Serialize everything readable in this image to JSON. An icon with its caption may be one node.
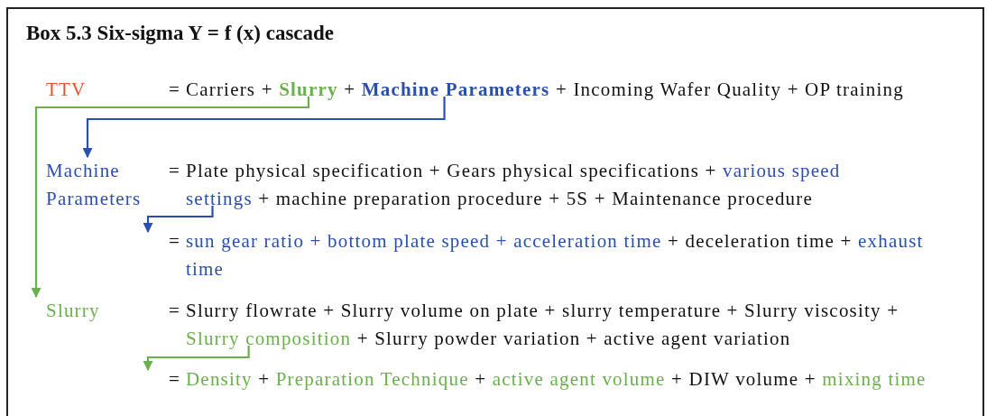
{
  "diagram": {
    "title": "Box 5.3 Six-sigma Y = f (x) cascade",
    "nodes": [
      {
        "text": [
          "TTV"
        ]
      },
      {
        "text": [
          "=",
          "Carriers +",
          "Slurry",
          "+",
          "Machine Parameters",
          "+ Incoming Wafer Quality + OP training"
        ]
      },
      {
        "text": [
          "Machine Parameters"
        ]
      },
      {
        "text": [
          "=",
          "Plate physical specification + Gears physical specifications +",
          "various speed settings",
          "+ machine preparation procedure + 5S + Maintenance procedure"
        ]
      },
      {
        "text": [
          "=",
          "sun gear ratio + bottom plate speed + acceleration time",
          "+ deceleration time +",
          "exhaust time"
        ]
      },
      {
        "text": [
          "Slurry"
        ]
      },
      {
        "text": [
          "=",
          "Slurry flowrate + Slurry volume on plate + slurry temperature + Slurry viscosity +",
          "Slurry composition",
          "+ Slurry powder variation + active agent variation"
        ]
      },
      {
        "text": [
          "=",
          "Density",
          "+",
          "Preparation Technique",
          "+",
          "active agent volume",
          "+ DIW volume +",
          "mixing time"
        ]
      }
    ],
    "edges": [
      {
        "from": 1,
        "to": 5,
        "arrow": "to",
        "color": "#6ab04c"
      },
      {
        "from": 1,
        "to": 2,
        "arrow": "to",
        "color": "#2a4fb0"
      },
      {
        "from": 3,
        "to": 4,
        "arrow": "to",
        "color": "#2a4fb0"
      },
      {
        "from": 6,
        "to": 7,
        "arrow": "to",
        "color": "#6ab04c"
      }
    ]
  }
}
